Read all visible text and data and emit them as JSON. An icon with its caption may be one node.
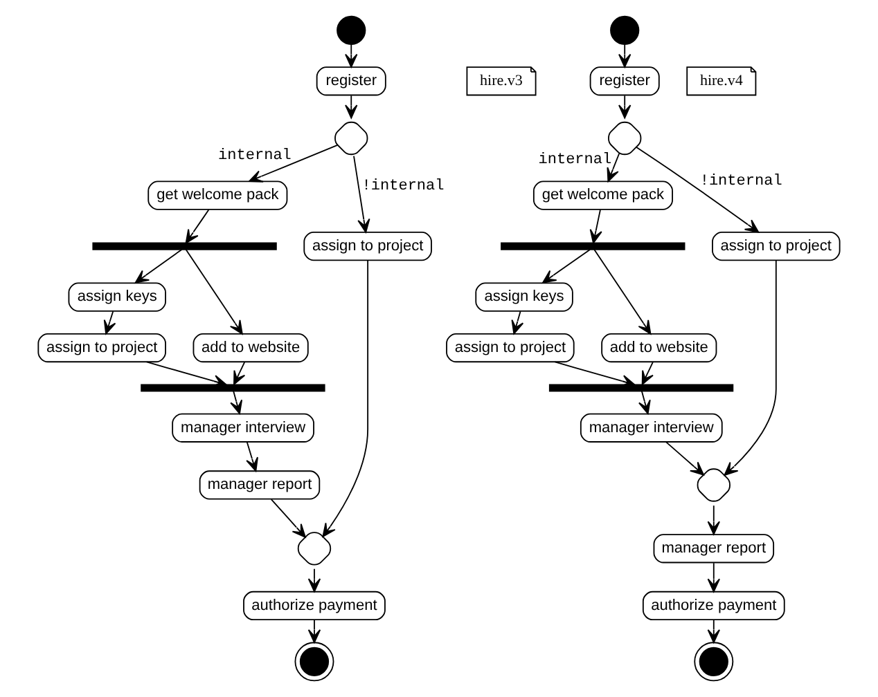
{
  "diagram": {
    "nodes": [
      {
        "text": [],
        "shape": "circle"
      },
      {
        "text": [
          "register"
        ]
      },
      {
        "text": [
          "hire.v3"
        ]
      },
      {
        "text": [],
        "shape": "diamond"
      },
      {
        "text": [
          "get welcome pack"
        ]
      },
      {
        "text": [
          "assign to project"
        ]
      },
      {
        "text": [],
        "shape": "bar"
      },
      {
        "text": [
          "assign keys"
        ]
      },
      {
        "text": [
          "add to website"
        ]
      },
      {
        "text": [
          "assign to project"
        ]
      },
      {
        "text": [],
        "shape": "bar"
      },
      {
        "text": [
          "manager interview"
        ]
      },
      {
        "text": [
          "manager report"
        ]
      },
      {
        "text": [],
        "shape": "diamond"
      },
      {
        "text": [
          "authorize payment"
        ]
      },
      {
        "text": [],
        "shape": "bullseye"
      },
      {
        "text": [],
        "shape": "circle"
      },
      {
        "text": [
          "register"
        ]
      },
      {
        "text": [
          "hire.v4"
        ]
      },
      {
        "text": [],
        "shape": "diamond"
      },
      {
        "text": [
          "get welcome pack"
        ]
      },
      {
        "text": [
          "assign to project"
        ]
      },
      {
        "text": [],
        "shape": "bar"
      },
      {
        "text": [
          "assign keys"
        ]
      },
      {
        "text": [
          "add to website"
        ]
      },
      {
        "text": [
          "assign to project"
        ]
      },
      {
        "text": [],
        "shape": "bar"
      },
      {
        "text": [
          "manager interview"
        ]
      },
      {
        "text": [],
        "shape": "diamond"
      },
      {
        "text": [
          "manager report"
        ]
      },
      {
        "text": [
          "authorize payment"
        ]
      },
      {
        "text": [],
        "shape": "bullseye"
      }
    ],
    "edges": [
      {
        "from": 0,
        "to": 1,
        "arrow": "to"
      },
      {
        "from": 1,
        "to": 3,
        "arrow": "to"
      },
      {
        "from": 3,
        "to": 4,
        "arrow": "to",
        "label": "internal"
      },
      {
        "from": 3,
        "to": 5,
        "arrow": "to",
        "label": "!internal"
      },
      {
        "from": 4,
        "to": 6,
        "arrow": "to"
      },
      {
        "from": 6,
        "to": 7,
        "arrow": "to"
      },
      {
        "from": 6,
        "to": 8,
        "arrow": "to"
      },
      {
        "from": 7,
        "to": 9,
        "arrow": "to"
      },
      {
        "from": 9,
        "to": 10,
        "arrow": "to"
      },
      {
        "from": 8,
        "to": 10,
        "arrow": "to"
      },
      {
        "from": 10,
        "to": 11,
        "arrow": "to"
      },
      {
        "from": 11,
        "to": 12,
        "arrow": "to"
      },
      {
        "from": 12,
        "to": 13,
        "arrow": "to"
      },
      {
        "from": 5,
        "to": 13,
        "arrow": "to"
      },
      {
        "from": 13,
        "to": 14,
        "arrow": "to"
      },
      {
        "from": 14,
        "to": 15,
        "arrow": "to"
      },
      {
        "from": 16,
        "to": 17,
        "arrow": "to"
      },
      {
        "from": 17,
        "to": 19,
        "arrow": "to"
      },
      {
        "from": 19,
        "to": 20,
        "arrow": "to",
        "label": "internal"
      },
      {
        "from": 19,
        "to": 21,
        "arrow": "to",
        "label": "!internal"
      },
      {
        "from": 20,
        "to": 22,
        "arrow": "to"
      },
      {
        "from": 22,
        "to": 23,
        "arrow": "to"
      },
      {
        "from": 22,
        "to": 24,
        "arrow": "to"
      },
      {
        "from": 23,
        "to": 25,
        "arrow": "to"
      },
      {
        "from": 25,
        "to": 26,
        "arrow": "to"
      },
      {
        "from": 24,
        "to": 26,
        "arrow": "to"
      },
      {
        "from": 26,
        "to": 27,
        "arrow": "to"
      },
      {
        "from": 27,
        "to": 28,
        "arrow": "to"
      },
      {
        "from": 21,
        "to": 28,
        "arrow": "to"
      },
      {
        "from": 28,
        "to": 29,
        "arrow": "to"
      },
      {
        "from": 29,
        "to": 30,
        "arrow": "to"
      },
      {
        "from": 30,
        "to": 31,
        "arrow": "to"
      }
    ]
  }
}
